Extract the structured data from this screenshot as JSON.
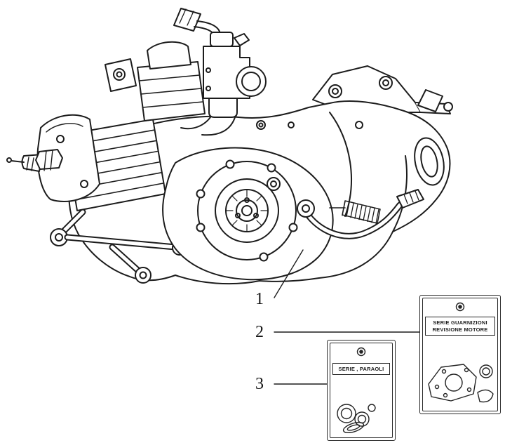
{
  "colors": {
    "ink": "#1c1c1c",
    "paper": "#ffffff"
  },
  "callouts": [
    {
      "number": "1"
    },
    {
      "number": "2"
    },
    {
      "number": "3"
    }
  ],
  "packets": {
    "gasket_kit": {
      "line1": "SERIE GUARNIZIONI",
      "line2": "REVISIONE MOTORE"
    },
    "seal_kit": {
      "line1": "SERIE , PARAOLI"
    }
  }
}
